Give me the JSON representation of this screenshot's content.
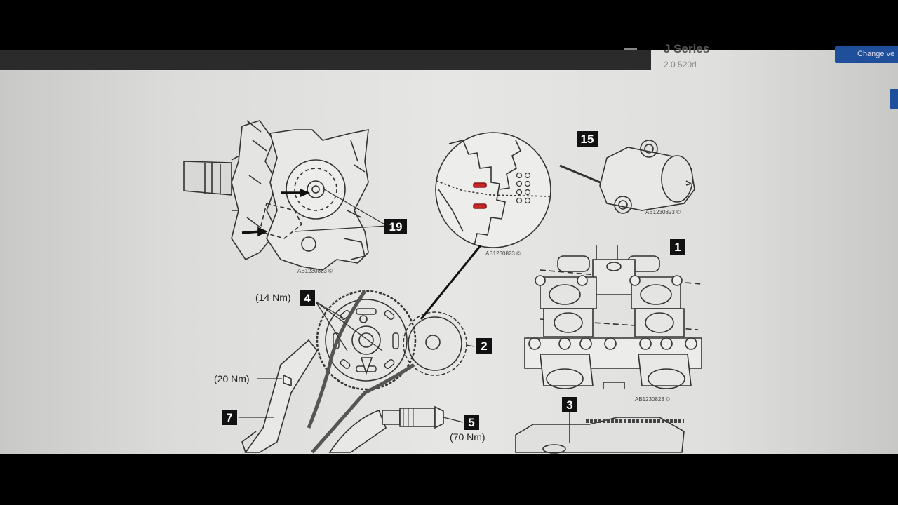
{
  "header": {
    "left_title": "... Calculator",
    "vehicle_series": "J Series",
    "vehicle_model": "2.0 520d",
    "change_button": "Change ve"
  },
  "diagram": {
    "callouts": [
      {
        "id": "callout-19",
        "label": "19"
      },
      {
        "id": "callout-15",
        "label": "15"
      },
      {
        "id": "callout-1",
        "label": "1"
      },
      {
        "id": "callout-4",
        "label": "4"
      },
      {
        "id": "callout-2",
        "label": "2"
      },
      {
        "id": "callout-7",
        "label": "7"
      },
      {
        "id": "callout-5",
        "label": "5"
      },
      {
        "id": "callout-3",
        "label": "3"
      }
    ],
    "torques": {
      "t4": "(14 Nm)",
      "t7": "(20 Nm)",
      "t5": "(70 Nm)"
    },
    "refs": {
      "r1": "AB1230823 ©",
      "r2": "AB1230823 ©",
      "r3": "AB1230823 ©",
      "r4": "AB1230823 ©"
    }
  }
}
